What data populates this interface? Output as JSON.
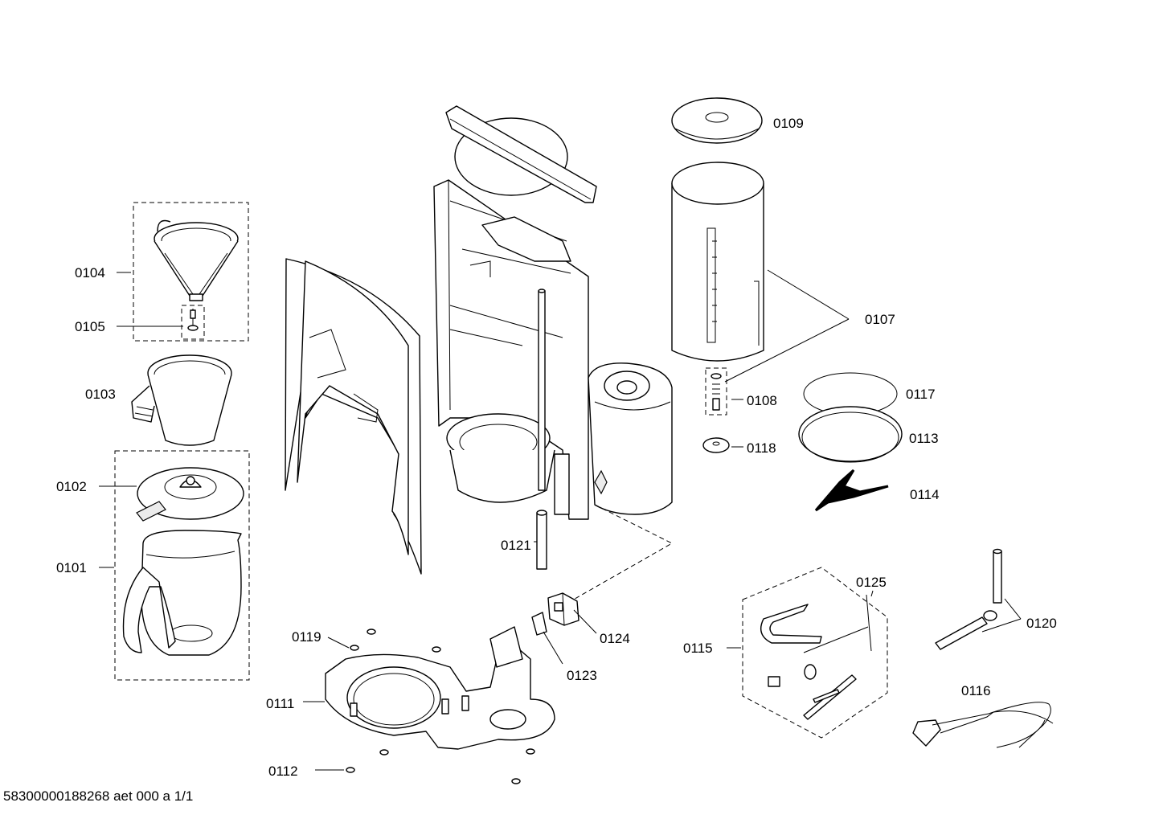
{
  "diagram": {
    "labels": {
      "p0101": "0101",
      "p0102": "0102",
      "p0103": "0103",
      "p0104": "0104",
      "p0105": "0105",
      "p0107": "0107",
      "p0108": "0108",
      "p0109": "0109",
      "p0111": "0111",
      "p0112": "0112",
      "p0113": "0113",
      "p0114": "0114",
      "p0115": "0115",
      "p0116": "0116",
      "p0117": "0117",
      "p0118": "0118",
      "p0119": "0119",
      "p0120": "0120",
      "p0121": "0121",
      "p0123": "0123",
      "p0124": "0124",
      "p0125": "0125"
    },
    "footer": "58300000188268 aet 000 a 1/1"
  }
}
